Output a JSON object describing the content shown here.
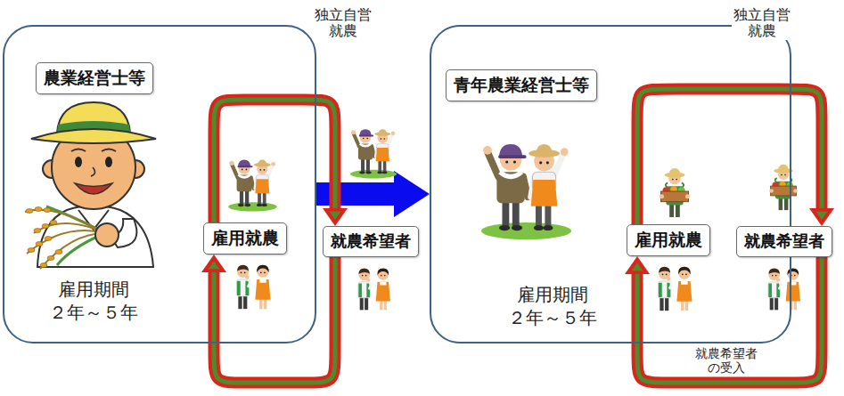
{
  "diagram": {
    "nodes": [
      {
        "text": [
          "雇用期間 ２年～５年"
        ]
      },
      {
        "text": [
          "農業経営士等"
        ],
        "in": 0
      },
      {
        "text": [
          "雇用就農"
        ],
        "in": 0
      },
      {
        "text": [
          "就農希望者"
        ]
      },
      {
        "text": [
          "雇用期間 ２年～５年"
        ]
      },
      {
        "text": [
          "青年農業経営士等"
        ],
        "in": 4
      },
      {
        "text": [
          "雇用就農"
        ],
        "in": 4
      },
      {
        "text": [
          "就農希望者"
        ]
      }
    ],
    "edges": [
      {
        "from": 0,
        "to": 4,
        "arrow": "to"
      },
      {
        "from": 2,
        "to": 3,
        "label": "独立自営 就農",
        "arrow": "to"
      },
      {
        "from": 3,
        "to": 2,
        "arrow": "to"
      },
      {
        "from": 6,
        "to": 7,
        "label": "独立自営 就農",
        "arrow": "to"
      },
      {
        "from": 7,
        "to": 6,
        "label": "就農希望者 の受入",
        "arrow": "to"
      }
    ]
  }
}
